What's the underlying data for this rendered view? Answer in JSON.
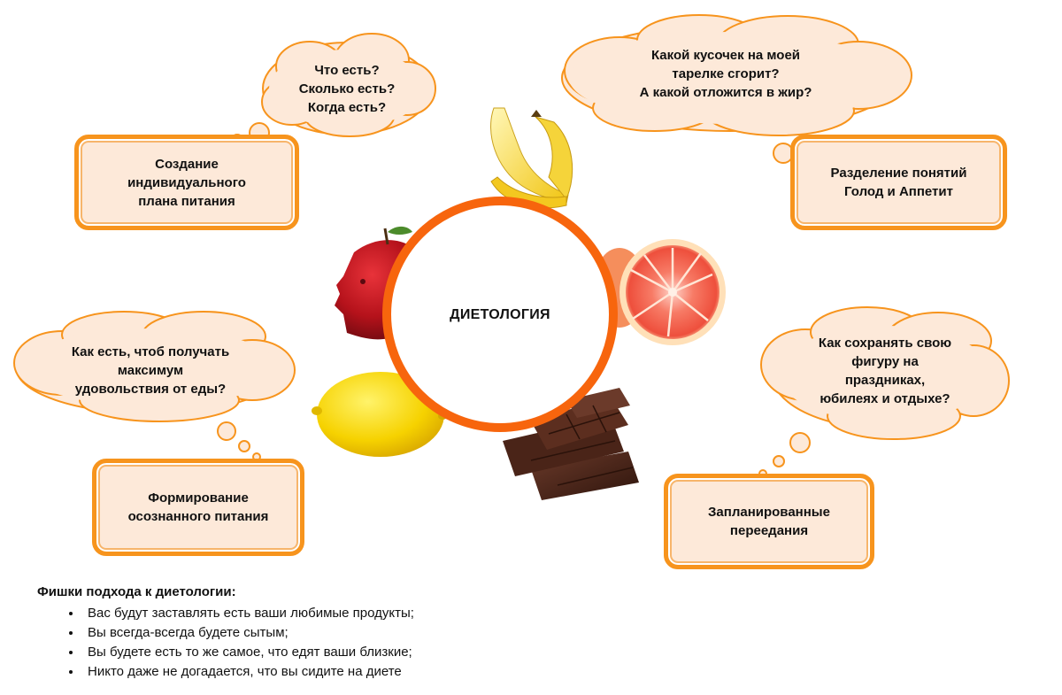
{
  "center": {
    "label": "ДИЕТОЛОГИЯ"
  },
  "clouds": {
    "what_to_eat": [
      "Что есть?",
      "Сколько есть?",
      "Когда есть?"
    ],
    "which_piece": [
      "Какой кусочек на моей",
      "тарелке сгорит?",
      "А какой отложится в жир?"
    ],
    "pleasure": [
      "Как есть, чтоб получать",
      "максимум",
      "удовольствия от еды?"
    ],
    "holidays": [
      "Как сохранять свою",
      "фигуру на",
      "праздниках,",
      "юбилеях и отдыхе?"
    ]
  },
  "boxes": {
    "individual_plan": [
      "Создание",
      "индивидуального",
      "плана питания"
    ],
    "hunger_appetite": [
      "Разделение понятий",
      "Голод и Аппетит"
    ],
    "conscious_eating": [
      "Формирование",
      "осознанного питания"
    ],
    "planned_overeating": [
      "Запланированные",
      "переедания"
    ]
  },
  "food_images": [
    "banana-icon",
    "apple-face-icon",
    "grapefruit-icon",
    "lemon-icon",
    "chocolate-icon"
  ],
  "notes": {
    "title": "Фишки подхода к диетологии:",
    "items": [
      "Вас будут заставлять есть ваши любимые продукты;",
      "Вы всегда-всегда будете сытым;",
      "Вы будете есть то же самое, что едят ваши близкие;",
      "Никто даже не догадается, что вы сидите на диете"
    ]
  },
  "colors": {
    "accent": "#f7941d",
    "fill": "#fde9d9"
  }
}
